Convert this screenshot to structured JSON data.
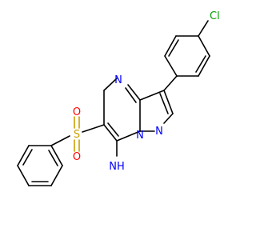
{
  "diagram": {
    "type": "chemical-structure",
    "atom_labels": {
      "chlorine": "Cl",
      "ring_nitrogen_top": "N",
      "ring_nitrogen_bottom": "N",
      "pyrazole_nitrogen": "N",
      "sulfur": "S",
      "oxygen_top": "O",
      "oxygen_bottom": "O",
      "amine": "NH"
    },
    "colors": {
      "bond": "#000000",
      "nitrogen": "#0000ff",
      "oxygen": "#ff0000",
      "sulfur": "#c8a000",
      "chlorine": "#00a000"
    }
  }
}
